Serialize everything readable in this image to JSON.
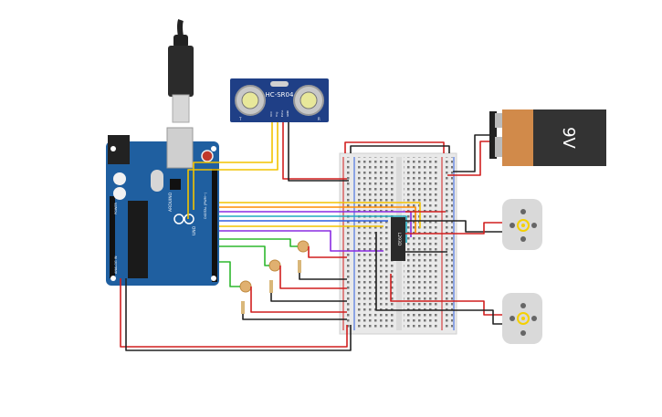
{
  "sensor": {
    "label": "HC-SR04",
    "pins": [
      "VCC",
      "Trig",
      "Echo",
      "GND"
    ],
    "side_left": "T",
    "side_right": "R"
  },
  "arduino": {
    "brand": "ARDUINO",
    "model": "UNO",
    "icon": "infinity-logo-icon",
    "digital_label": "DIGITAL (PWM~)",
    "power_label": "POWER",
    "analog_label": "ANALOG IN"
  },
  "battery": {
    "label": "9V"
  },
  "chip": {
    "label": "L293D"
  },
  "colors": {
    "board": "#1f5fa0",
    "wire_red": "#d11f1f",
    "wire_black": "#222222",
    "wire_yellow": "#f2c300",
    "wire_green": "#2eb82e",
    "wire_blue": "#2f5fe0",
    "wire_purple": "#8a2be2",
    "wire_orange": "#ff8c00",
    "wire_teal": "#1faabf",
    "battery_body": "#333333",
    "battery_cap": "#d18a4a",
    "motor": "#d9d9d9",
    "shaft": "#f5d000"
  },
  "icons": {
    "usb": "usb-cable-icon",
    "motor": "dc-motor-icon",
    "ldr": "photoresistor-icon",
    "resistor": "resistor-icon"
  }
}
